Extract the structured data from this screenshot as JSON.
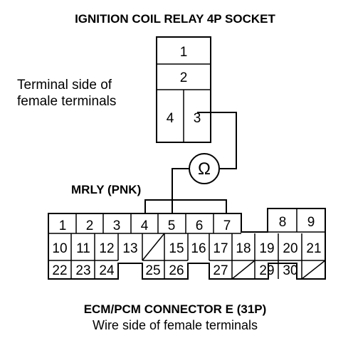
{
  "relay_socket": {
    "title": "IGNITION COIL RELAY 4P SOCKET",
    "caption_line1": "Terminal side of",
    "caption_line2": "female terminals",
    "terminals": [
      "1",
      "2",
      "4",
      "3"
    ]
  },
  "meter": {
    "symbol": "Ω",
    "icon": "ohmmeter-icon"
  },
  "wire_label": "MRLY (PNK)",
  "ecm_connector": {
    "title": "ECM/PCM CONNECTOR E (31P)",
    "caption": "Wire side of female terminals",
    "row1": [
      "1",
      "2",
      "3",
      "4",
      "5",
      "6",
      "7",
      "8",
      "9"
    ],
    "row2": [
      "10",
      "11",
      "12",
      "13",
      "15",
      "16",
      "17",
      "18",
      "19",
      "20",
      "21"
    ],
    "row3": [
      "22",
      "23",
      "24",
      "25",
      "26",
      "27",
      "29",
      "30"
    ]
  }
}
